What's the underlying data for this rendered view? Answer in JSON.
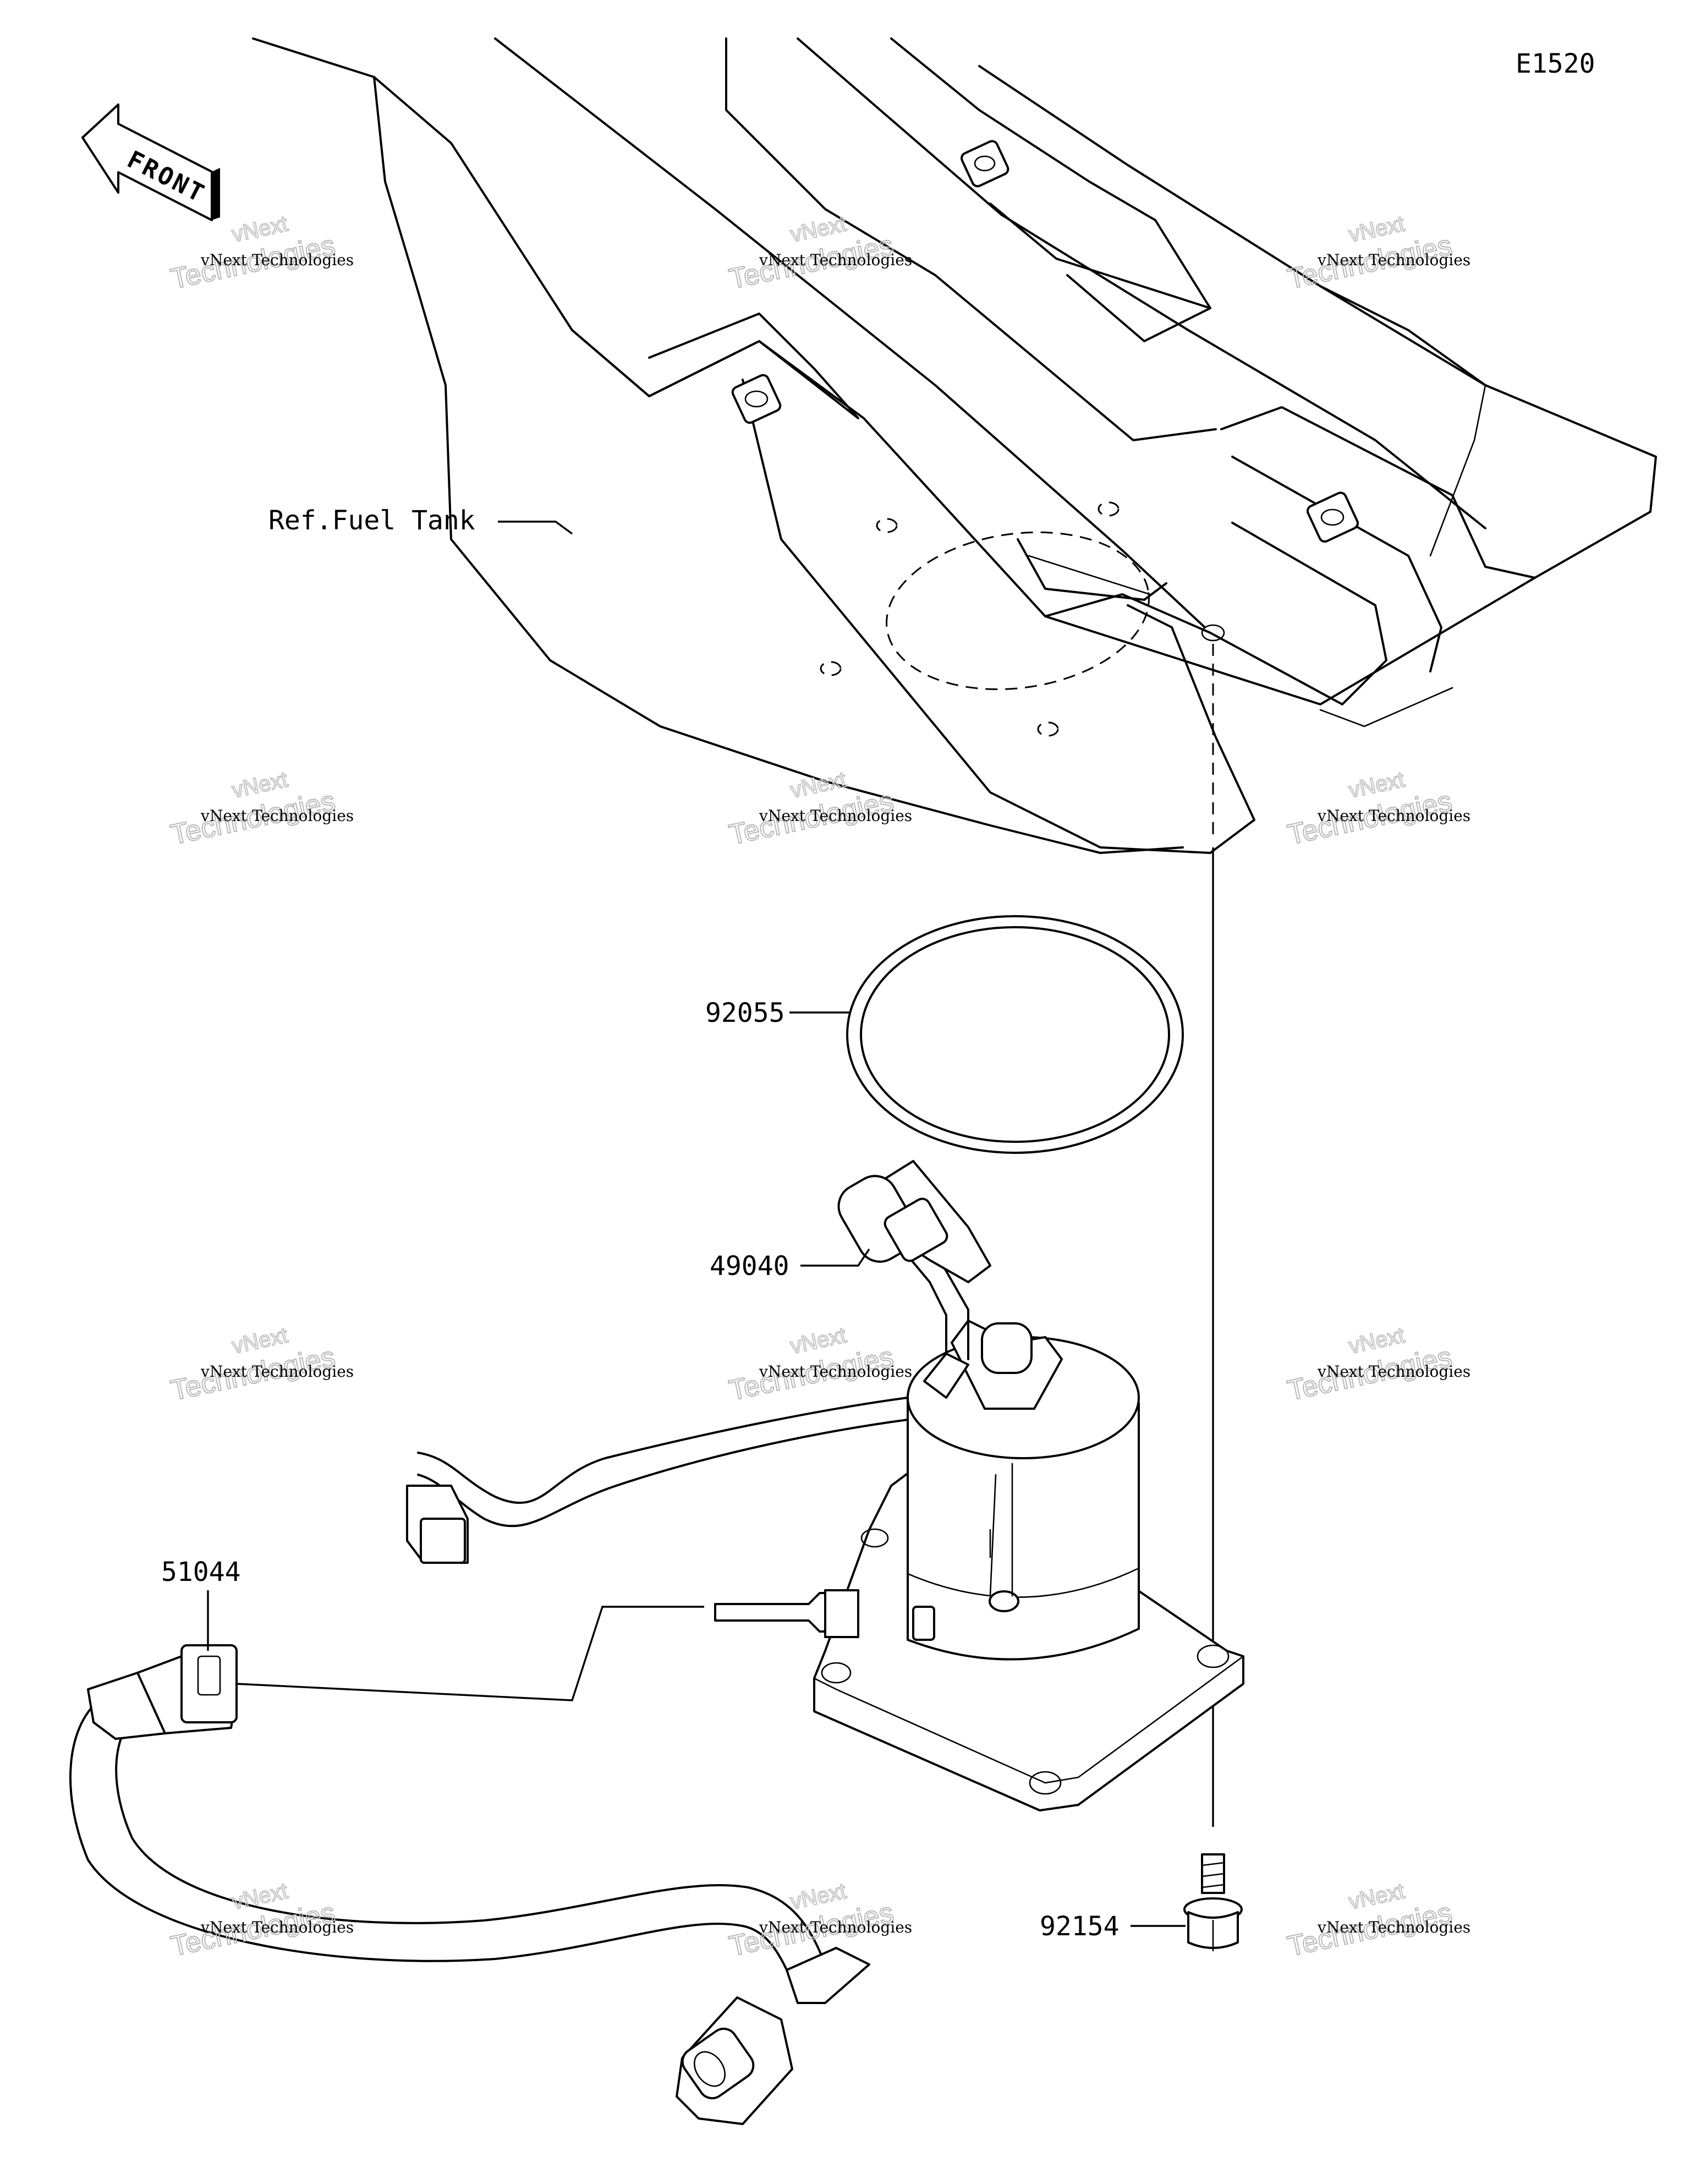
{
  "diagram": {
    "code": "E1520",
    "front_label": "FRONT",
    "parts": [
      {
        "number": "Ref.Fuel Tank"
      },
      {
        "number": "92055"
      },
      {
        "number": "49040"
      },
      {
        "number": "51044"
      },
      {
        "number": "92154"
      }
    ],
    "watermark": {
      "line1": "vNext Technologies",
      "line2": "Technologies",
      "line3": "vNext"
    }
  }
}
